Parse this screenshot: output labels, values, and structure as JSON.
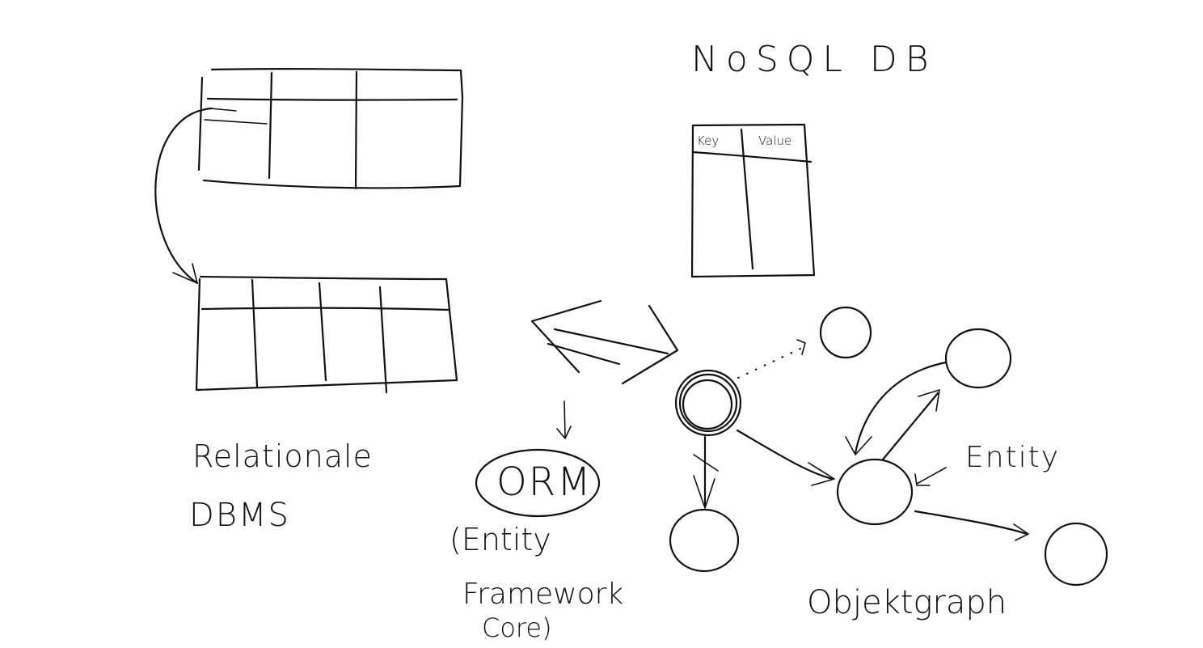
{
  "nosql": {
    "title": "NoSQL DB",
    "key_header": "Key",
    "value_header": "Value"
  },
  "relational": {
    "line1": "Relationale",
    "line2": "DBMS"
  },
  "orm": {
    "label": "ORM",
    "framework_line1": "(Entity",
    "framework_line2": "Framework",
    "framework_line3": "Core)"
  },
  "object_graph": {
    "entity_label": "Entity",
    "caption": "Objektgraph"
  }
}
